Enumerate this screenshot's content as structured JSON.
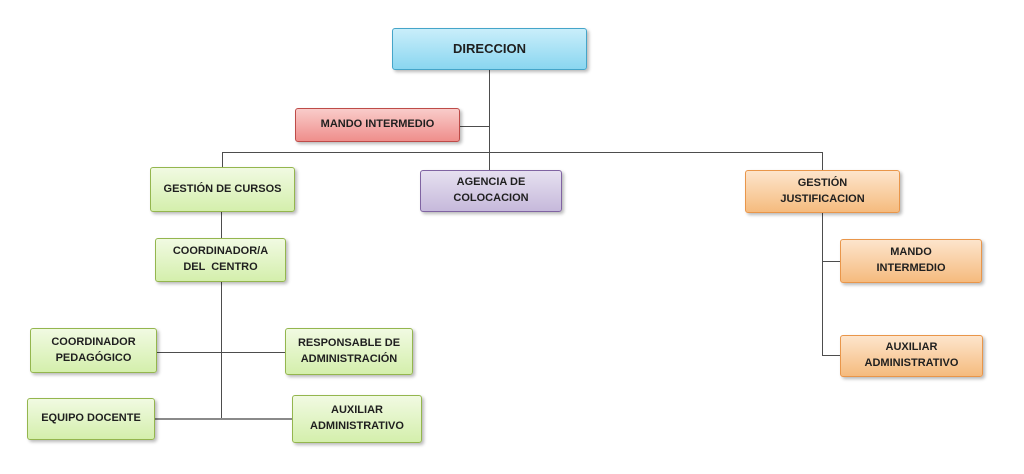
{
  "diagram": {
    "type": "org-chart",
    "background": "#ffffff"
  },
  "palette": {
    "blue": {
      "fill_top": "#C9EEFA",
      "fill_bottom": "#8AD6F0",
      "border": "#45A5C9"
    },
    "pink": {
      "fill_top": "#F9CCCA",
      "fill_bottom": "#EF8E8B",
      "border": "#BE4B48"
    },
    "green": {
      "fill_top": "#F1FAE2",
      "fill_bottom": "#D4EFAC",
      "border": "#94B64E"
    },
    "purple": {
      "fill_top": "#E6E0F0",
      "fill_bottom": "#C6B9DB",
      "border": "#8064A2"
    },
    "orange": {
      "fill_top": "#FDE5CC",
      "fill_bottom": "#F5BB7E",
      "border": "#E9964A"
    },
    "connector": "#4d4d4d",
    "connector_gray": "#8a8a8a",
    "text": "#1f1f1f"
  },
  "nodes": [
    {
      "id": "direccion",
      "label": "DIRECCION",
      "color": "blue"
    },
    {
      "id": "mando-intermedio-staff",
      "label": "MANDO INTERMEDIO",
      "color": "pink"
    },
    {
      "id": "gestion-de-cursos",
      "label": "GESTIÓN DE CURSOS",
      "color": "green"
    },
    {
      "id": "agencia-de-colocacion",
      "label": "AGENCIA DE\nCOLOCACION",
      "color": "purple"
    },
    {
      "id": "gestion-justificacion",
      "label": "GESTIÓN\nJUSTIFICACION",
      "color": "orange"
    },
    {
      "id": "coordinador-del-centro",
      "label": "COORDINADOR/A\nDEL  CENTRO",
      "color": "green"
    },
    {
      "id": "coordinador-pedagogico",
      "label": "COORDINADOR\nPEDAGÓGICO",
      "color": "green"
    },
    {
      "id": "responsable-de-administracion",
      "label": "RESPONSABLE DE\nADMINISTRACIÓN",
      "color": "green"
    },
    {
      "id": "equipo-docente",
      "label": "EQUIPO DOCENTE",
      "color": "green"
    },
    {
      "id": "auxiliar-administrativo-cursos",
      "label": "AUXILIAR\nADMINISTRATIVO",
      "color": "green"
    },
    {
      "id": "mando-intermedio-justificacion",
      "label": "MANDO\nINTERMEDIO",
      "color": "orange"
    },
    {
      "id": "auxiliar-administrativo-justif",
      "label": "AUXILIAR\nADMINISTRATIVO",
      "color": "orange"
    }
  ],
  "edges": [
    {
      "from": "direccion",
      "to": "gestion-de-cursos"
    },
    {
      "from": "direccion",
      "to": "agencia-de-colocacion"
    },
    {
      "from": "direccion",
      "to": "gestion-justificacion"
    },
    {
      "from": "direccion",
      "to": "mando-intermedio-staff",
      "style": "staff"
    },
    {
      "from": "gestion-de-cursos",
      "to": "coordinador-del-centro"
    },
    {
      "from": "coordinador-del-centro",
      "to": "coordinador-pedagogico"
    },
    {
      "from": "coordinador-del-centro",
      "to": "responsable-de-administracion"
    },
    {
      "from": "coordinador-del-centro",
      "to": "equipo-docente"
    },
    {
      "from": "coordinador-del-centro",
      "to": "auxiliar-administrativo-cursos"
    },
    {
      "from": "gestion-justificacion",
      "to": "mando-intermedio-justificacion"
    },
    {
      "from": "gestion-justificacion",
      "to": "auxiliar-administrativo-justif"
    }
  ]
}
